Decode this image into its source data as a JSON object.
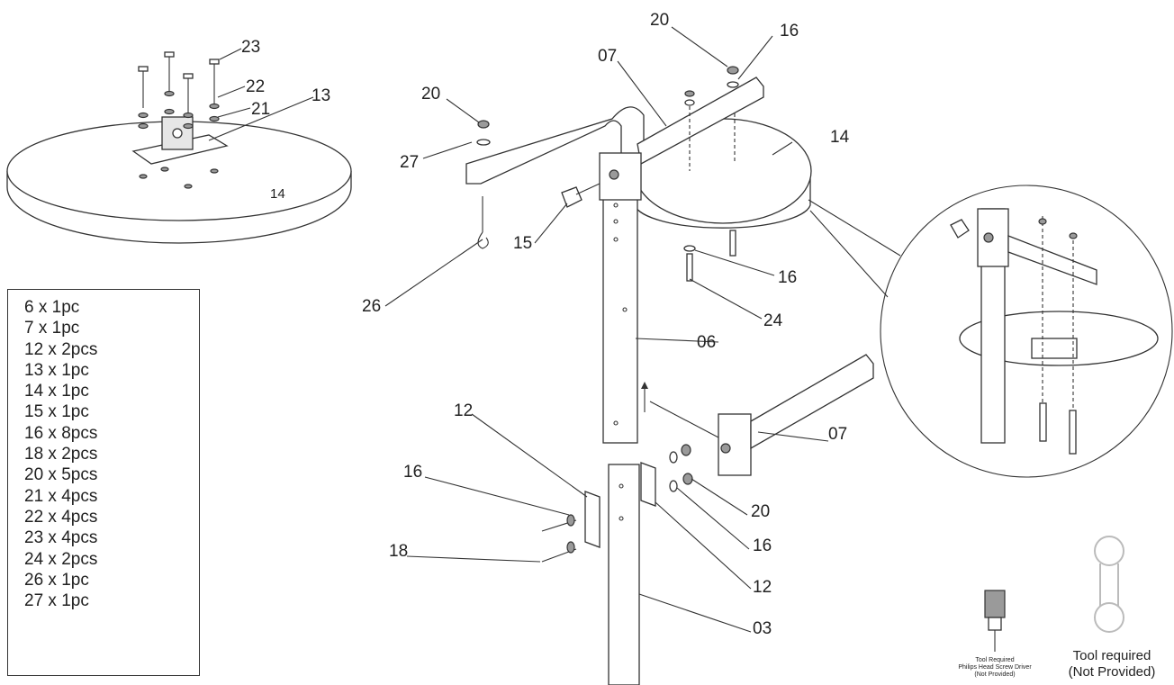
{
  "parts_list": [
    "6 x 1pc",
    "7 x 1pc",
    "12 x 2pcs",
    "13 x 1pc",
    "14 x 1pc",
    "15 x 1pc",
    "16 x 8pcs",
    "18 x 2pcs",
    "20 x 5pcs",
    "21 x 4pcs",
    "22 x 4pcs",
    "23 x 4pcs",
    "24 x 2pcs",
    "26 x 1pc",
    "27 x 1pc"
  ],
  "callouts": {
    "topleft_23": "23",
    "topleft_22": "22",
    "topleft_21": "21",
    "topleft_13": "13",
    "topleft_14": "14",
    "main_20a": "20",
    "main_16a": "16",
    "main_07a": "07",
    "main_20b": "20",
    "main_27": "27",
    "main_14": "14",
    "main_15": "15",
    "main_16b": "16",
    "main_24": "24",
    "main_26": "26",
    "main_06": "06",
    "main_07b": "07",
    "main_12a": "12",
    "main_16c": "16",
    "main_18": "18",
    "main_20c": "20",
    "main_16d": "16",
    "main_12b": "12",
    "main_03": "03"
  },
  "tools": {
    "screwdriver_line1": "Tool Required",
    "screwdriver_line2": "Philips Head Screw Driver",
    "screwdriver_line3": "(Not Provided)",
    "wrench_line1": "Tool required",
    "wrench_line2": "(Not Provided)"
  }
}
